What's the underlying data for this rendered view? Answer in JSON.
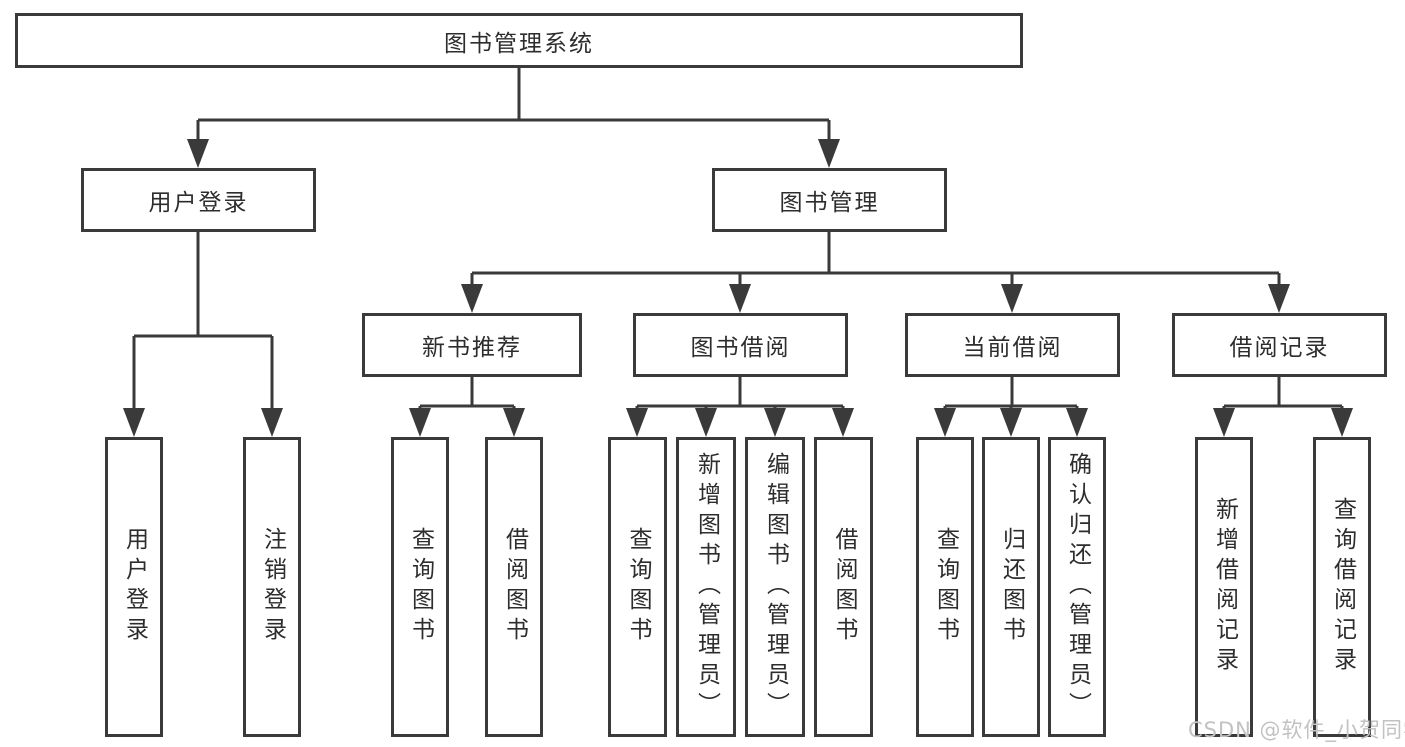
{
  "diagram": {
    "title": "图书管理系统",
    "watermark": "CSDN @软件_小贺同学",
    "colors": {
      "line": "#3a3a3a",
      "box_border": "#3a3a3a",
      "box_bg": "#ffffff",
      "text": "#2d2d2d",
      "watermark": "#c2c2c2"
    },
    "nodes": {
      "root": {
        "label": "图书管理系统"
      },
      "user_login": {
        "label": "用户登录"
      },
      "book_mgmt": {
        "label": "图书管理"
      },
      "new_book_rec": {
        "label": "新书推荐"
      },
      "book_borrow": {
        "label": "图书借阅"
      },
      "current_borrow": {
        "label": "当前借阅"
      },
      "borrow_records": {
        "label": "借阅记录"
      },
      "login_leaf": {
        "label": "用户登录"
      },
      "logout_leaf": {
        "label": "注销登录"
      },
      "rec_query_books": {
        "label": "查询图书"
      },
      "rec_borrow_books": {
        "label": "借阅图书"
      },
      "bb_query_books": {
        "label": "查询图书"
      },
      "bb_add_books": {
        "label": "新增图书（管理员）"
      },
      "bb_edit_books": {
        "label": "编辑图书（管理员）"
      },
      "bb_borrow_books": {
        "label": "借阅图书"
      },
      "cb_query_books": {
        "label": "查询图书"
      },
      "cb_return_books": {
        "label": "归还图书"
      },
      "cb_confirm_return": {
        "label": "确认归还（管理员）"
      },
      "br_add_record": {
        "label": "新增借阅记录"
      },
      "br_query_record": {
        "label": "查询借阅记录"
      }
    }
  }
}
